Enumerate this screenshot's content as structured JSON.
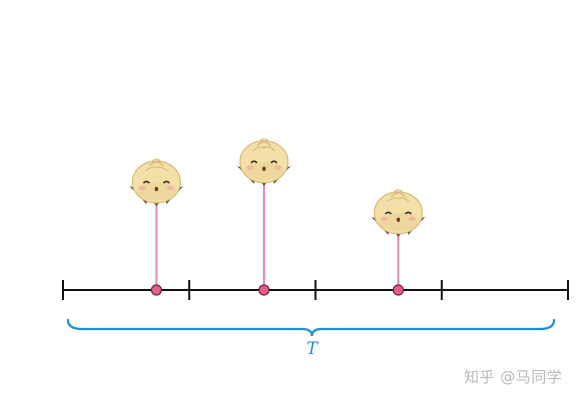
{
  "diagram": {
    "period_label": "T",
    "segments": 4,
    "arrivals": [
      0.185,
      0.398,
      0.664
    ],
    "heights": [
      1.0,
      1.23,
      0.65
    ]
  },
  "colors": {
    "axis": "#111111",
    "stem": "#ee86b2",
    "dot_fill": "#ea5c8f",
    "dot_stroke": "#6b2340",
    "brace": "#1d8fd8",
    "bun_body": "#f3dfa8",
    "bun_shadow": "#d6b879"
  },
  "icons": {
    "marker": "bun-icon"
  },
  "watermark": "知乎 @马同学"
}
